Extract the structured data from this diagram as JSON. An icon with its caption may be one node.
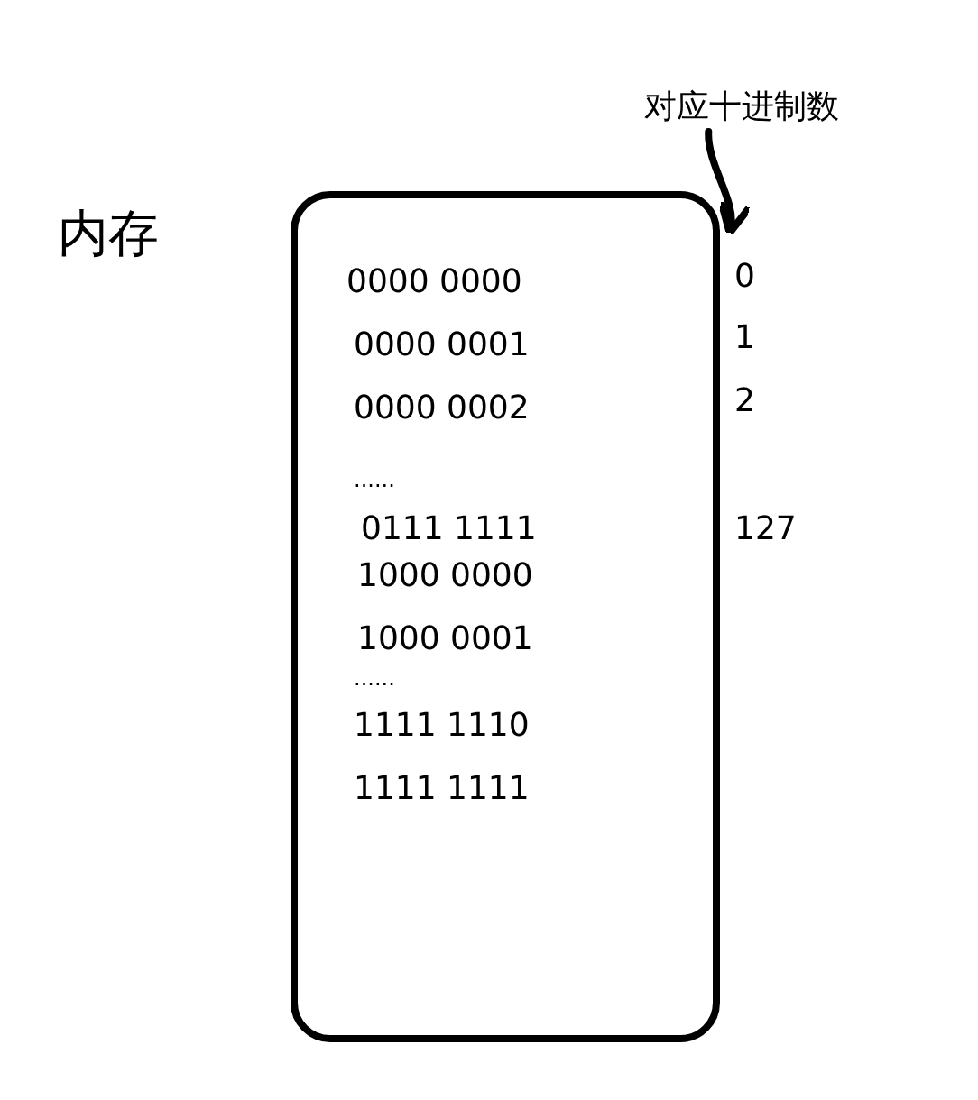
{
  "diagram": {
    "nodes": [
      {
        "text": [
          "0000 0000",
          "0000 0001",
          "0000 0002",
          "......",
          "0111 1111",
          "1000 0000",
          "1000 0001",
          "......",
          "1111 1110",
          "1111 1111"
        ],
        "beside": [
          "内存"
        ]
      },
      {
        "text": [
          "对应十进制数"
        ]
      }
    ],
    "edges": [
      {
        "from": 1,
        "to": 0,
        "arrow": "to"
      }
    ],
    "labels": [
      "0",
      "1",
      "2",
      "127"
    ]
  }
}
